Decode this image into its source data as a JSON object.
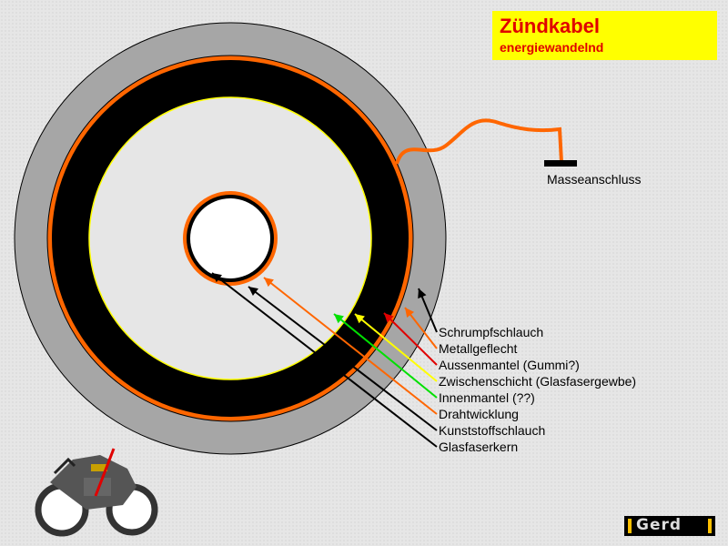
{
  "title": "Zündkabel",
  "subtitle": "energiewandelnd",
  "ground_label": "Masseanschluss",
  "logo_text": "Gerd",
  "layers": [
    {
      "label": "Schrumpfschlauch",
      "color": "#000000"
    },
    {
      "label": "Metallgeflecht",
      "color": "#ff6600"
    },
    {
      "label": "Aussenmantel (Gummi?)",
      "color": "#e00000"
    },
    {
      "label": "Zwischenschicht (Glasfasergewbe)",
      "color": "#ffff00"
    },
    {
      "label": "Innenmantel (??)",
      "color": "#00e000"
    },
    {
      "label": "Drahtwicklung",
      "color": "#ff6600"
    },
    {
      "label": "Kunststoffschlauch",
      "color": "#000000"
    },
    {
      "label": "Glasfaserkern",
      "color": "#000000"
    }
  ]
}
